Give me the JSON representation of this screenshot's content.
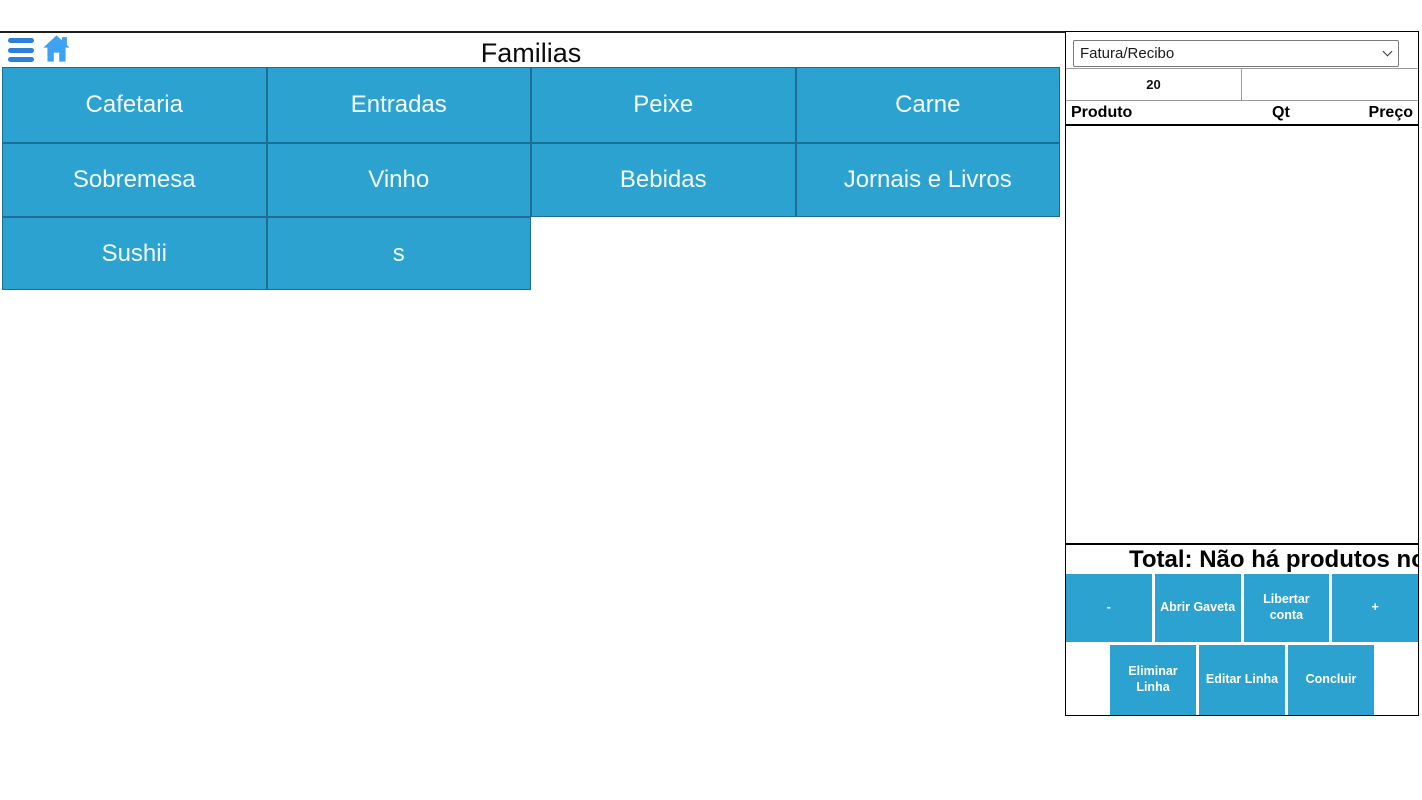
{
  "page": {
    "title": "Familias"
  },
  "toolbar": {
    "icons": [
      "hamburger-menu-icon",
      "home-icon"
    ]
  },
  "families": [
    "Cafetaria",
    "Entradas",
    "Peixe",
    "Carne",
    "Sobremesa",
    "Vinho",
    "Bebidas",
    "Jornais e Livros",
    "Sushii",
    "s"
  ],
  "sale_panel": {
    "document_type": {
      "selected": "Fatura/Recibo"
    },
    "table_number": "20",
    "table_headers": {
      "product": "Produto",
      "qty": "Qt",
      "price": "Preço"
    },
    "items": [],
    "total_text": "Total: Não há produtos no",
    "actions_top": [
      "-",
      "Abrir Gaveta",
      "Libertar conta",
      "+"
    ],
    "actions_bottom": [
      "Eliminar Linha",
      "Editar Linha",
      "Concluir"
    ]
  },
  "colors": {
    "tile_blue": "#2ba2cf",
    "tile_border": "#1c6e94",
    "menu_icon_blue": "#2e7fd8",
    "home_icon_blue": "#3ea2f2"
  }
}
